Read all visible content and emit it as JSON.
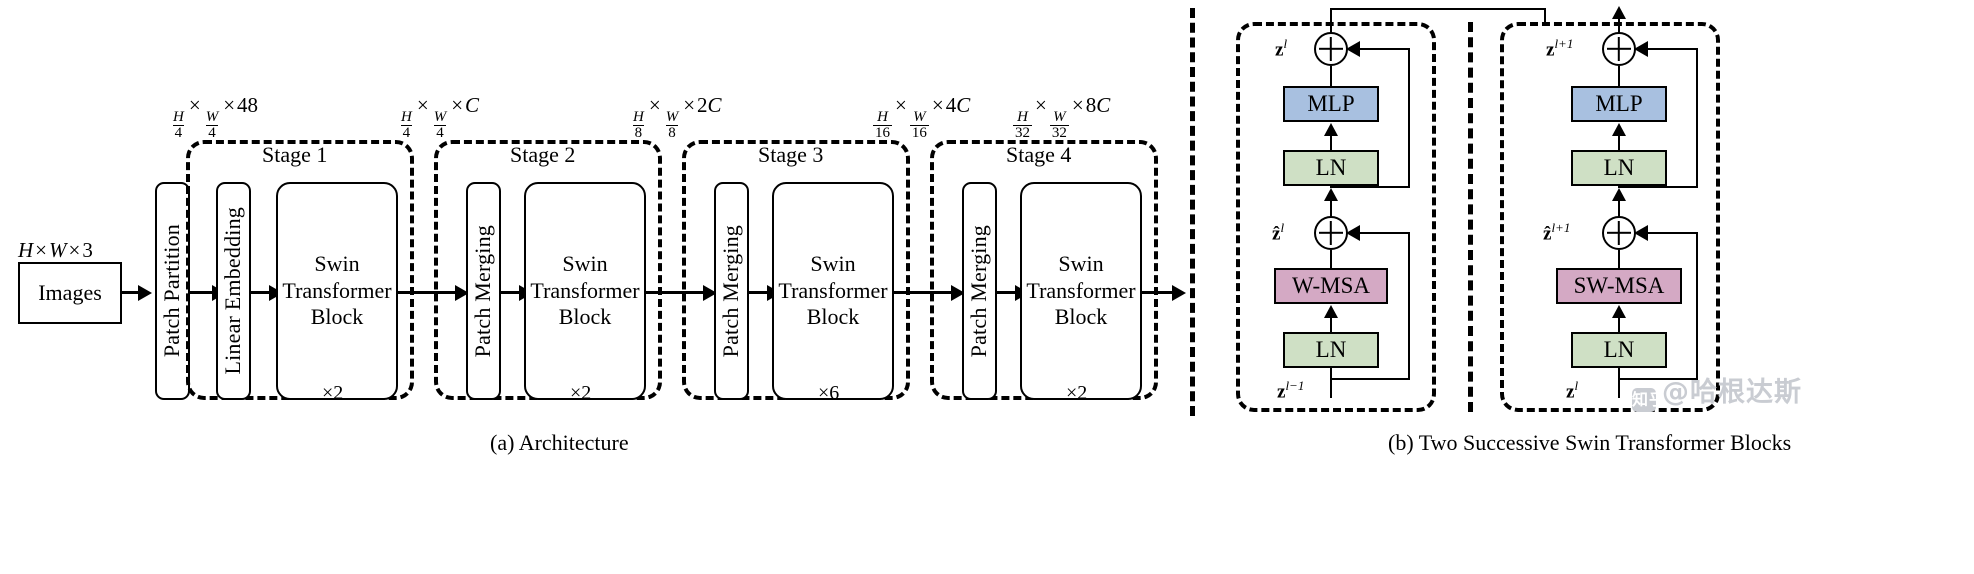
{
  "figure": {
    "panel_a": {
      "caption": "(a) Architecture",
      "input_dim": "H×W×3",
      "input_box_label": "Images",
      "patch_partition_label": "Patch Partition",
      "linear_embedding_label": "Linear Embedding",
      "swin_block_label": "Swin\nTransformer\nBlock",
      "swin_block_line1": "Swin",
      "swin_block_line2": "Transformer",
      "swin_block_line3": "Block",
      "patch_merging_label": "Patch Merging",
      "dims": [
        {
          "id": "d0",
          "num1": "H",
          "den1": "4",
          "num2": "W",
          "den2": "4",
          "chan": "48"
        },
        {
          "id": "d1",
          "num1": "H",
          "den1": "4",
          "num2": "W",
          "den2": "4",
          "chan": "C"
        },
        {
          "id": "d2",
          "num1": "H",
          "den1": "8",
          "num2": "W",
          "den2": "8",
          "chan": "2C"
        },
        {
          "id": "d3",
          "num1": "H",
          "den1": "16",
          "num2": "W",
          "den2": "16",
          "chan": "4C"
        },
        {
          "id": "d4",
          "num1": "H",
          "den1": "32",
          "num2": "W",
          "den2": "32",
          "chan": "8C"
        }
      ],
      "stages": [
        {
          "name": "Stage 1",
          "multiplier": "×2",
          "first_block": "Linear Embedding"
        },
        {
          "name": "Stage 2",
          "multiplier": "×2",
          "first_block": "Patch Merging"
        },
        {
          "name": "Stage 3",
          "multiplier": "×6",
          "first_block": "Patch Merging"
        },
        {
          "name": "Stage 4",
          "multiplier": "×2",
          "first_block": "Patch Merging"
        }
      ]
    },
    "panel_b": {
      "caption": "(b) Two Successive Swin Transformer Blocks",
      "blocks": [
        {
          "id": "block-l",
          "out_label": "z",
          "out_sup": "l",
          "mid_label": "ẑ",
          "mid_sup": "l",
          "in_label": "z",
          "in_sup": "l−1",
          "mlp_label": "MLP",
          "ln_top_label": "LN",
          "attn_label": "W-MSA",
          "ln_bottom_label": "LN"
        },
        {
          "id": "block-l1",
          "out_label": "z",
          "out_sup": "l+1",
          "mid_label": "ẑ",
          "mid_sup": "l+1",
          "in_label": "z",
          "in_sup": "l",
          "mlp_label": "MLP",
          "ln_top_label": "LN",
          "attn_label": "SW-MSA",
          "ln_bottom_label": "LN"
        }
      ]
    },
    "colors": {
      "mlp_fill": "#a8c0e0",
      "ln_fill": "#cfe0c5",
      "msa_fill": "#d4a9c4",
      "stroke": "#000000",
      "background": "#ffffff"
    },
    "watermark": {
      "text": "@哈根达斯",
      "site": "知乎"
    }
  }
}
